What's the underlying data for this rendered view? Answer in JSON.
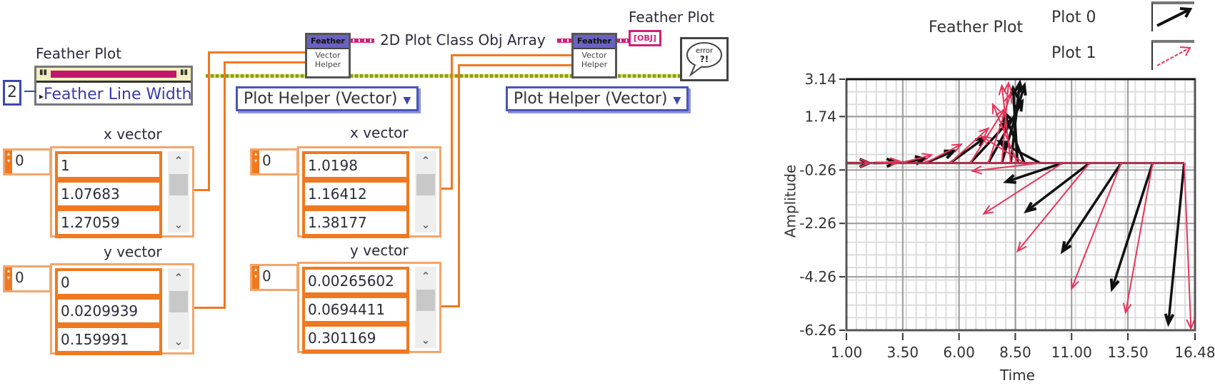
{
  "block_diagram": {
    "feather_plot_node": {
      "label": "Feather Plot",
      "property": "Feather Line Width",
      "constant_value": "2"
    },
    "subvi_1": {
      "top_label": "Feather",
      "body_label": "Vector Helper"
    },
    "subvi_2": {
      "top_label": "Feather",
      "body_label": "Vector Helper"
    },
    "wire_label": "2D Plot Class Obj Array",
    "ring_1": {
      "selected": "Plot Helper (Vector)"
    },
    "ring_2": {
      "selected": "Plot Helper (Vector)"
    },
    "output_indicator": {
      "label": "Feather Plot",
      "text": "[OBJ]"
    },
    "error_icon": {
      "text": "Error ?!"
    },
    "arrays": [
      {
        "label": "x vector",
        "index": "0",
        "values": [
          "1",
          "1.07683",
          "1.27059"
        ]
      },
      {
        "label": "y vector",
        "index": "0",
        "values": [
          "0",
          "0.0209939",
          "0.159991"
        ]
      },
      {
        "label": "x vector",
        "index": "0",
        "values": [
          "1.0198",
          "1.16412",
          "1.38177"
        ]
      },
      {
        "label": "y vector",
        "index": "0",
        "values": [
          "0.00265602",
          "0.0694411",
          "0.301169"
        ]
      }
    ]
  },
  "colors": {
    "plot0": "#111111",
    "plot1": "#e8345a",
    "wire_orange": "#f07820",
    "wire_class": "#d0207a"
  },
  "chart_data": {
    "type": "line",
    "subtype": "feather",
    "title": "Feather Plot",
    "xlabel": "Time",
    "ylabel": "Amplitude",
    "xlim": [
      1.0,
      16.48
    ],
    "ylim": [
      -6.26,
      3.14
    ],
    "xticks": [
      "1.00",
      "3.50",
      "6.00",
      "8.50",
      "11.00",
      "13.50",
      "16.48"
    ],
    "xtick_values": [
      1.0,
      3.5,
      6.0,
      8.5,
      11.0,
      13.5,
      16.48
    ],
    "yticks": [
      "3.14",
      "1.74",
      "-0.26",
      "-2.26",
      "-4.26",
      "-6.26"
    ],
    "ytick_values": [
      3.14,
      1.74,
      -0.26,
      -2.26,
      -4.26,
      -6.26
    ],
    "grid": true,
    "legend": [
      "Plot 0",
      "Plot 1"
    ],
    "legend_position": "top-right",
    "baseline_y": 0,
    "series": [
      {
        "name": "Plot 0",
        "origins_x": [
          1.0,
          2.2,
          3.4,
          4.5,
          5.6,
          6.5,
          7.3,
          7.9,
          8.3,
          8.6,
          8.9,
          9.6,
          10.6,
          11.8,
          13.2,
          14.6,
          16.0
        ],
        "u": [
          1.0,
          1.0,
          1.07,
          1.27,
          1.55,
          1.7,
          1.5,
          1.0,
          0.4,
          -0.2,
          -0.9,
          -1.8,
          -2.5,
          -2.8,
          -2.6,
          -1.8,
          -0.7
        ],
        "v": [
          0.0,
          0.02,
          0.16,
          0.45,
          0.95,
          1.55,
          2.3,
          2.9,
          3.0,
          2.8,
          1.9,
          0.8,
          -0.7,
          -1.8,
          -3.3,
          -4.7,
          -6.0
        ]
      },
      {
        "name": "Plot 1",
        "origins_x": [
          1.0,
          2.2,
          3.4,
          4.5,
          5.6,
          6.5,
          7.3,
          7.9,
          8.3,
          8.6,
          8.9,
          9.6,
          10.6,
          11.8,
          13.2,
          14.6,
          16.0
        ],
        "u": [
          1.02,
          1.16,
          1.38,
          1.6,
          1.7,
          1.5,
          1.0,
          0.3,
          -0.4,
          -1.1,
          -1.9,
          -3.0,
          -3.5,
          -3.2,
          -2.2,
          -1.2,
          0.3
        ],
        "v": [
          0.003,
          0.07,
          0.3,
          0.7,
          1.3,
          2.0,
          2.6,
          3.0,
          2.9,
          2.2,
          1.0,
          -0.3,
          -1.9,
          -3.3,
          -4.7,
          -5.6,
          -6.2
        ]
      }
    ]
  }
}
